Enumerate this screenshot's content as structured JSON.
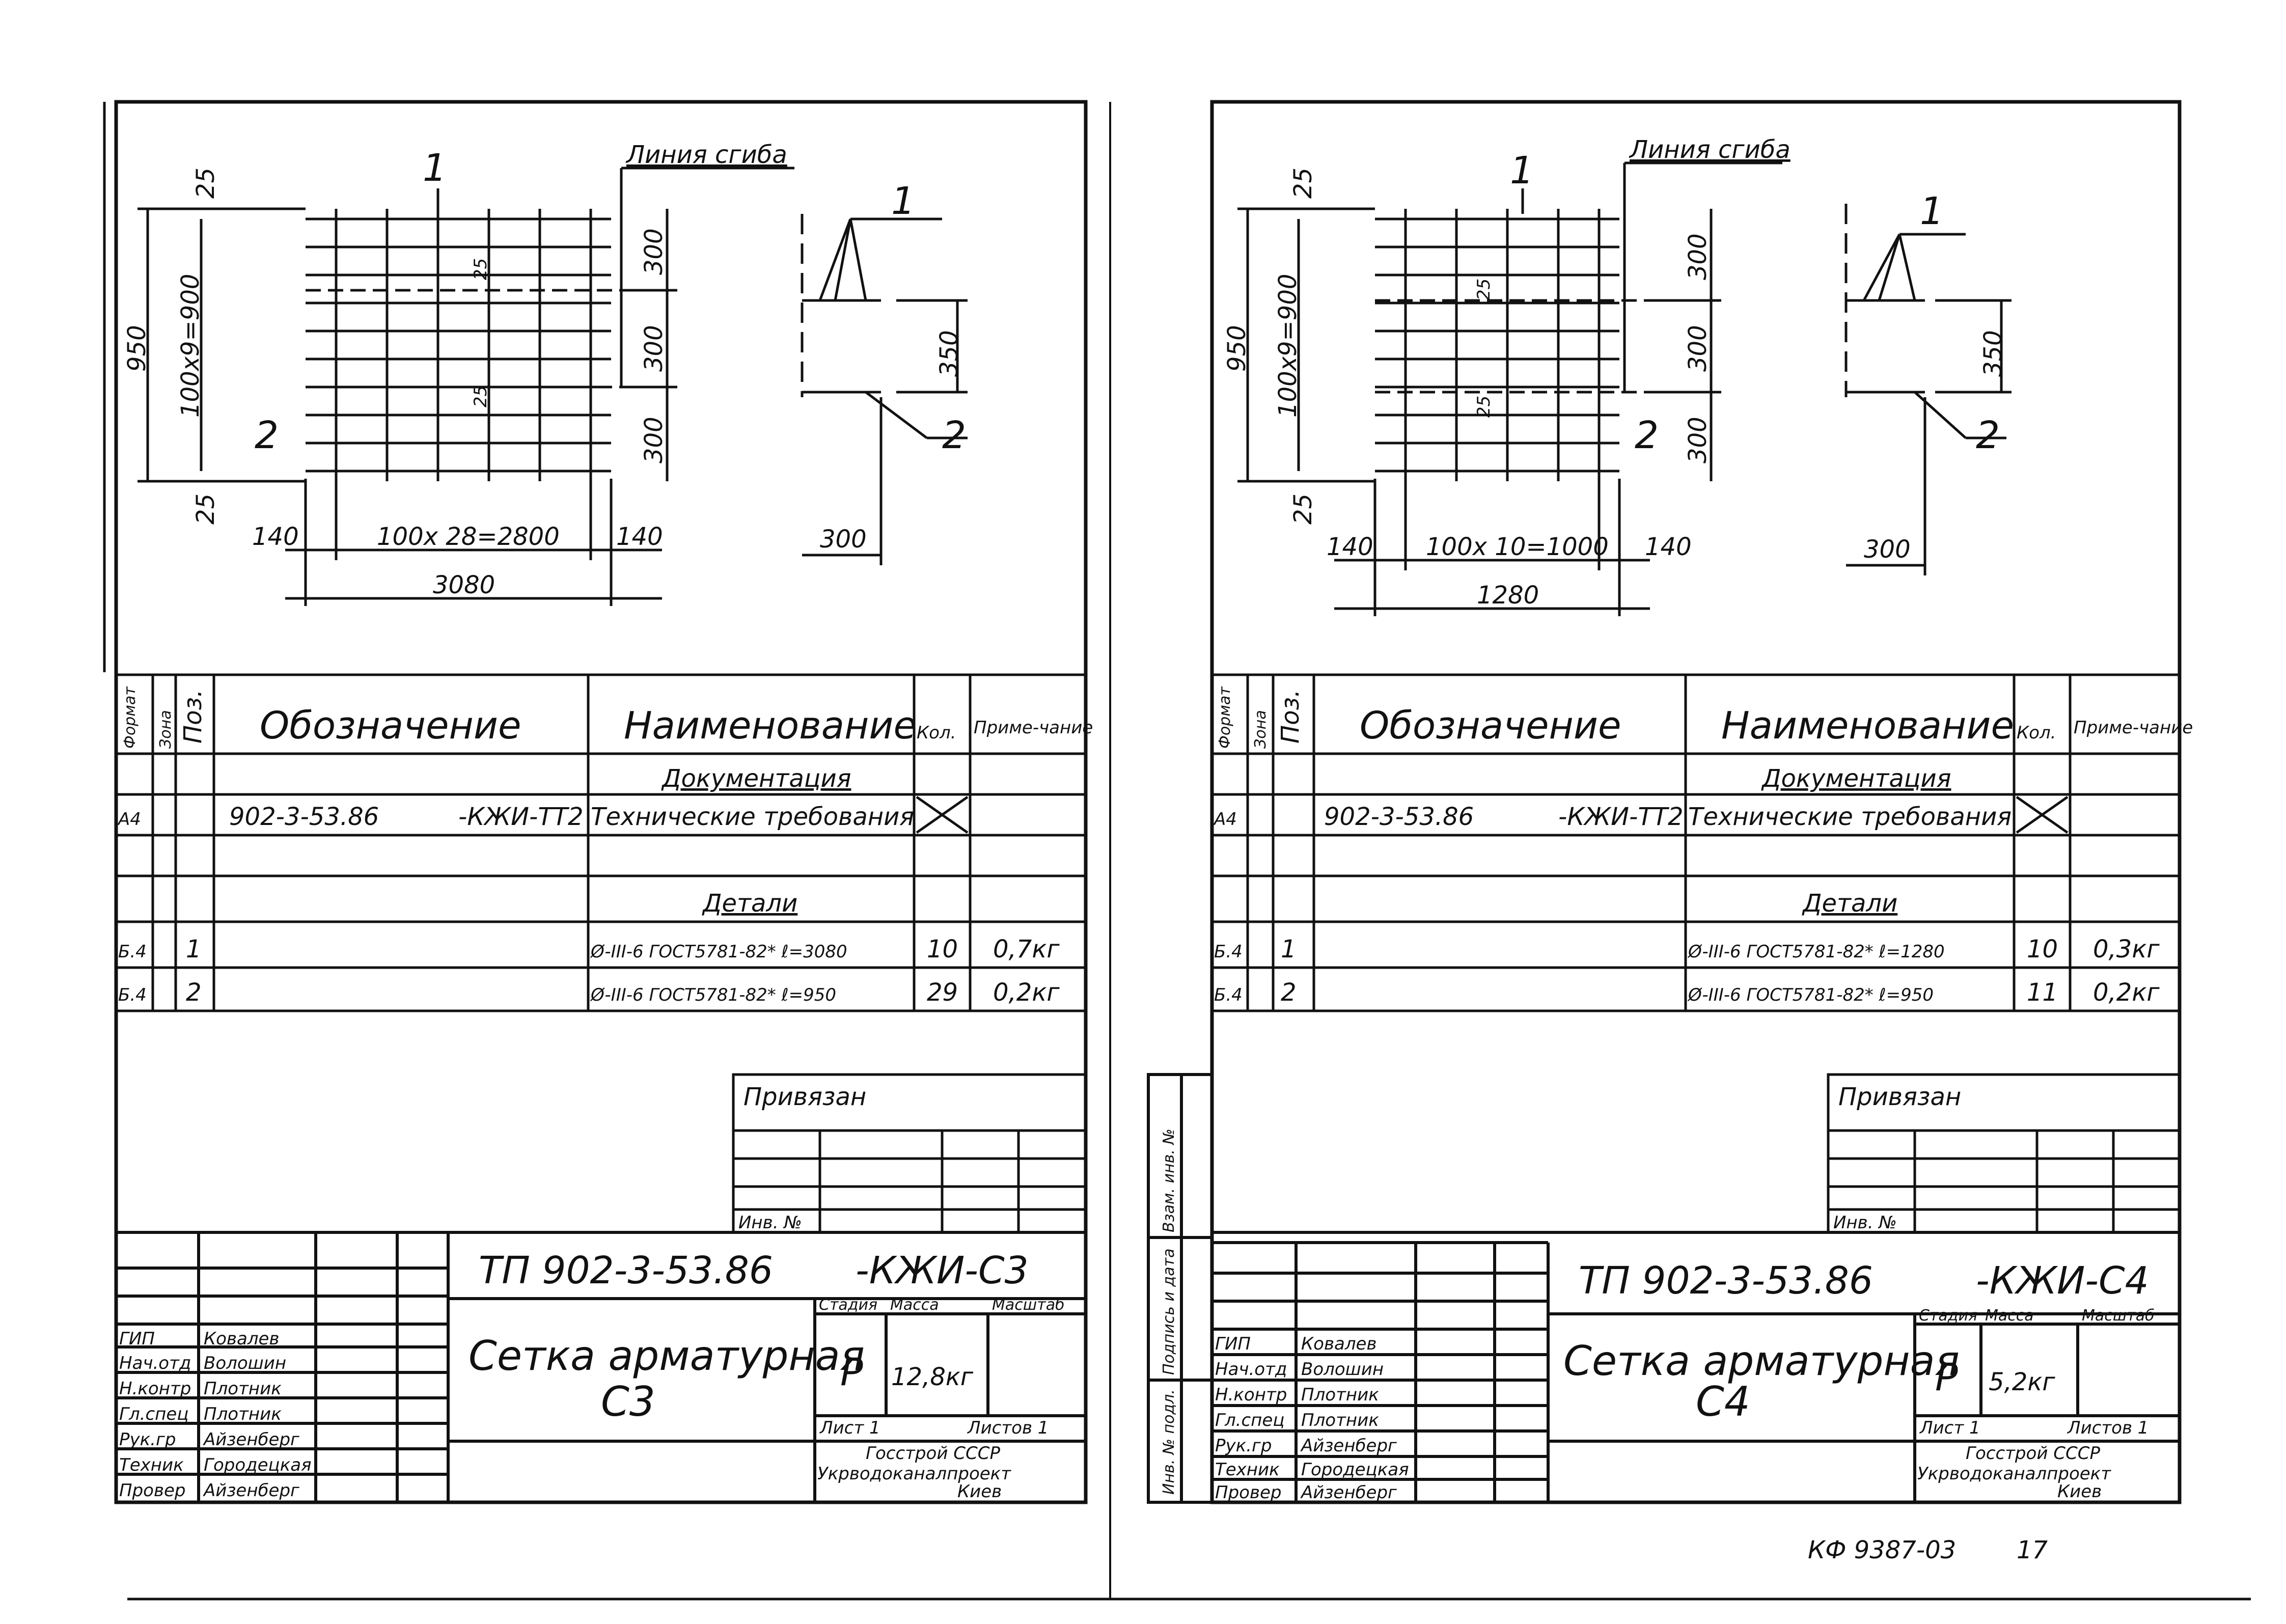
{
  "sheets": [
    {
      "drawing": {
        "mark_1": "1",
        "mark_2": "2",
        "bend_line_label": "Линия сгиба",
        "dim_25_top": "25",
        "dim_25_bottom": "25",
        "dim_950": "950",
        "dim_100x9": "100х9=900",
        "dim_300_a": "300",
        "dim_300_b": "300",
        "dim_300_c": "300",
        "dim_25_inner": "25",
        "dim_25_inner2": "25",
        "dim_left_140": "140",
        "dim_middle": "100х 28=2800",
        "dim_right_140": "140",
        "dim_total": "3080",
        "section_mark_1": "1",
        "section_mark_2": "2",
        "section_dim_350": "350",
        "section_dim_300": "300"
      },
      "spec_table": {
        "headers": {
          "format": "Формат",
          "zone": "Зона",
          "pos": "Поз.",
          "designation": "Обозначение",
          "name": "Наименование",
          "qty": "Кол.",
          "note": "Приме-чание"
        },
        "section_docs": "Документация",
        "doc_row": {
          "format": "А4",
          "designation": "902-3-53.86",
          "code": "-КЖИ-ТТ2",
          "name": "Технические требования"
        },
        "section_parts": "Детали",
        "rows": [
          {
            "format": "Б.4",
            "pos": "1",
            "name": "Ø-III-6 ГОСТ5781-82* ℓ=3080",
            "qty": "10",
            "note": "0,7кг"
          },
          {
            "format": "Б.4",
            "pos": "2",
            "name": "Ø-III-6 ГОСТ5781-82* ℓ=950",
            "qty": "29",
            "note": "0,2кг"
          }
        ]
      },
      "binding": {
        "title": "Привязан",
        "inv_label": "Инв. №"
      },
      "title_block": {
        "code": "ТП 902-3-53.86",
        "code_suffix": "-КЖИ-С3",
        "name_line1": "Сетка арматурная",
        "name_line2": "С3",
        "stage_label": "Стадия",
        "mass_label": "Масса",
        "scale_label": "Масштаб",
        "stage": "Р",
        "mass": "12,8кг",
        "sheet_label": "Лист 1",
        "sheets_label": "Листов 1",
        "org_line1": "Госстрой СССР",
        "org_line2": "Укрводоканалпроект",
        "org_line3": "Киев",
        "staff": [
          {
            "role": "ГИП",
            "name": "Ковалев"
          },
          {
            "role": "Нач.отд",
            "name": "Волошин"
          },
          {
            "role": "Н.контр",
            "name": "Плотник"
          },
          {
            "role": "Гл.спец",
            "name": "Плотник"
          },
          {
            "role": "Рук.гр",
            "name": "Айзенберг"
          },
          {
            "role": "Техник",
            "name": "Городецкая"
          },
          {
            "role": "Провер",
            "name": "Айзенберг"
          }
        ]
      }
    },
    {
      "drawing": {
        "mark_1": "1",
        "mark_2": "2",
        "bend_line_label": "Линия сгиба",
        "dim_25_top": "25",
        "dim_25_bottom": "25",
        "dim_950": "950",
        "dim_100x9": "100х9=900",
        "dim_300_a": "300",
        "dim_300_b": "300",
        "dim_300_c": "300",
        "dim_25_inner": "25",
        "dim_25_inner2": "25",
        "dim_left_140": "140",
        "dim_middle": "100х 10=1000",
        "dim_right_140": "140",
        "dim_total": "1280",
        "section_mark_1": "1",
        "section_mark_2": "2",
        "section_dim_350": "350",
        "section_dim_300": "300"
      },
      "spec_table": {
        "headers": {
          "format": "Формат",
          "zone": "Зона",
          "pos": "Поз.",
          "designation": "Обозначение",
          "name": "Наименование",
          "qty": "Кол.",
          "note": "Приме-чание"
        },
        "section_docs": "Документация",
        "doc_row": {
          "format": "А4",
          "designation": "902-3-53.86",
          "code": "-КЖИ-ТТ2",
          "name": "Технические требования"
        },
        "section_parts": "Детали",
        "rows": [
          {
            "format": "Б.4",
            "pos": "1",
            "name": "Ø-III-6 ГОСТ5781-82* ℓ=1280",
            "qty": "10",
            "note": "0,3кг"
          },
          {
            "format": "Б.4",
            "pos": "2",
            "name": "Ø-III-6 ГОСТ5781-82* ℓ=950",
            "qty": "11",
            "note": "0,2кг"
          }
        ]
      },
      "binding": {
        "title": "Привязан",
        "inv_label": "Инв. №"
      },
      "title_block": {
        "code": "ТП 902-3-53.86",
        "code_suffix": "-КЖИ-С4",
        "name_line1": "Сетка арматурная",
        "name_line2": "С4",
        "stage_label": "Стадия",
        "mass_label": "Масса",
        "scale_label": "Масштаб",
        "stage": "Р",
        "mass": "5,2кг",
        "sheet_label": "Лист 1",
        "sheets_label": "Листов 1",
        "org_line1": "Госстрой СССР",
        "org_line2": "Укрводоканалпроект",
        "org_line3": "Киев",
        "staff": [
          {
            "role": "ГИП",
            "name": "Ковалев"
          },
          {
            "role": "Нач.отд",
            "name": "Волошин"
          },
          {
            "role": "Н.контр",
            "name": "Плотник"
          },
          {
            "role": "Гл.спец",
            "name": "Плотник"
          },
          {
            "role": "Рук.гр",
            "name": "Айзенберг"
          },
          {
            "role": "Техник",
            "name": "Городецкая"
          },
          {
            "role": "Провер",
            "name": "Айзенберг"
          }
        ]
      }
    }
  ],
  "side_stamp": {
    "inv_orig": "Инв. № подл.",
    "sign_date": "Подпись и дата",
    "replace_inv": "Взам. инв. №"
  },
  "footer": {
    "album_code": "КФ 9387-03",
    "page_number": "17"
  }
}
